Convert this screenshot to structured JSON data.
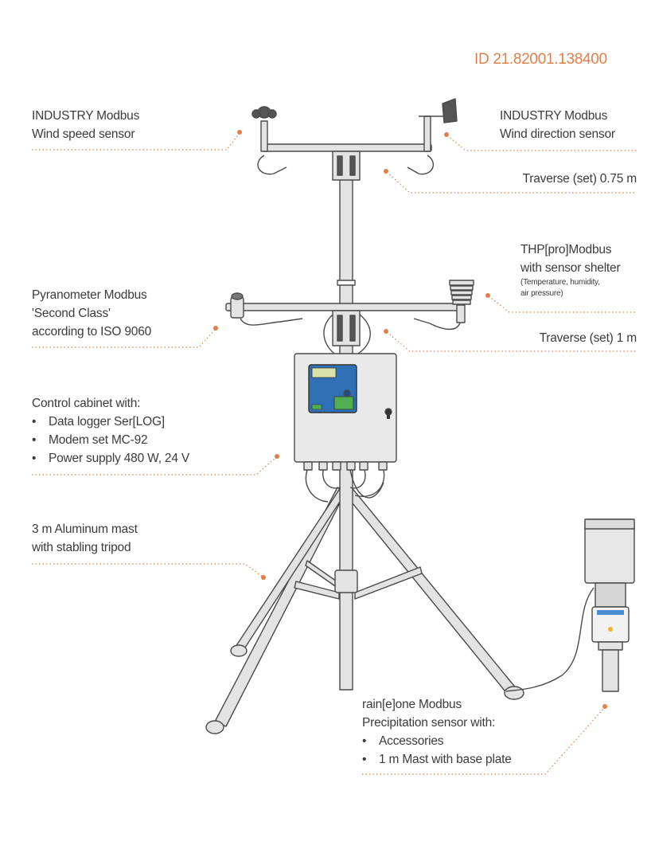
{
  "doc_id": "ID 21.82001.138400",
  "labels": {
    "wind_speed": {
      "lines": [
        "INDUSTRY Modbus",
        "Wind speed sensor"
      ]
    },
    "wind_direction": {
      "lines": [
        "INDUSTRY Modbus",
        "Wind direction sensor"
      ]
    },
    "traverse_075": {
      "text": "Traverse (set) 0.75 m"
    },
    "thp": {
      "lines": [
        "THP[pro]Modbus",
        "with sensor shelter"
      ],
      "sub": [
        "(Temperature, humidity,",
        "air pressure)"
      ]
    },
    "pyranometer": {
      "lines": [
        "Pyranometer Modbus",
        "'Second Class'",
        "according to ISO 9060"
      ]
    },
    "traverse_1": {
      "text": "Traverse (set) 1 m"
    },
    "cabinet": {
      "title": "Control cabinet with:",
      "items": [
        "Data logger Ser[LOG]",
        "Modem set MC-92",
        "Power supply 480 W, 24 V"
      ]
    },
    "mast": {
      "lines": [
        "3 m Aluminum mast",
        "with stabling tripod"
      ]
    },
    "rain": {
      "lines": [
        "rain[e]one Modbus",
        "Precipitation sensor with:"
      ],
      "items": [
        "Accessories",
        "1 m Mast with base plate"
      ]
    }
  },
  "colors": {
    "accent": "#e07f48",
    "text": "#3b3b3b",
    "outline": "#4a4a4a",
    "metal": "#e3e3e3",
    "screen": "#2f6fb5",
    "screen_green": "#4fae4f"
  }
}
